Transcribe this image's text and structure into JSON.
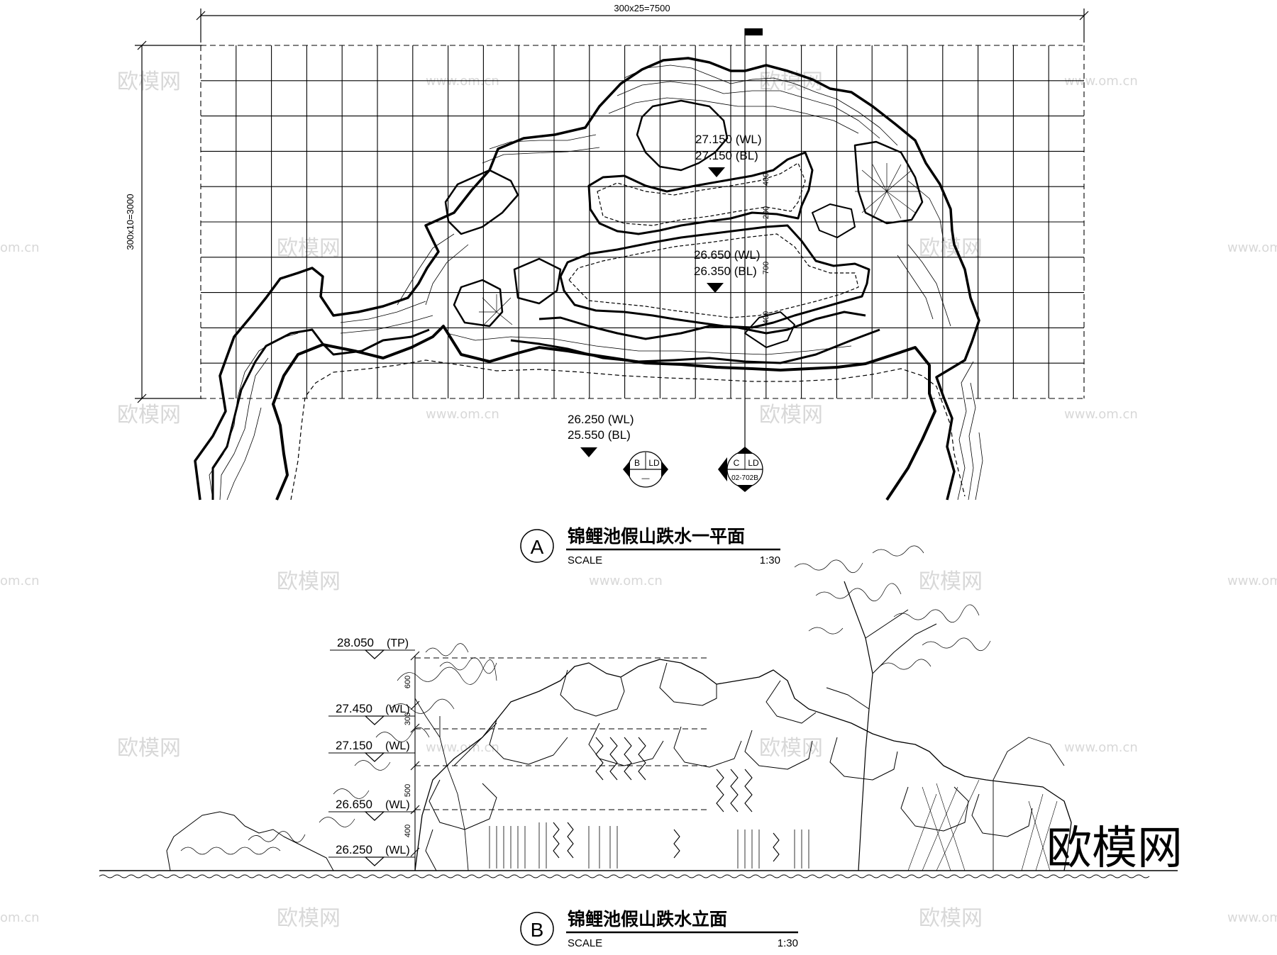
{
  "plan": {
    "dim_width": "300x25=7500",
    "dim_height": "300x10=3000",
    "levels": [
      {
        "wl": "27.150  (WL)",
        "bl": "27.150  (BL)"
      },
      {
        "wl": "26.650  (WL)",
        "bl": "26.350  (BL)"
      },
      {
        "wl": "26.250  (WL)",
        "bl": "25.550  (BL)"
      }
    ],
    "dims_vertical": [
      "400",
      "200",
      "700",
      "400"
    ],
    "section_marks": [
      {
        "id": "B",
        "sheet": "LD",
        "ref": "—"
      },
      {
        "id": "C",
        "sheet": "LD",
        "ref": "02-702B"
      }
    ],
    "title_tag": "A",
    "title": "锦鲤池假山跌水一平面",
    "scale_label": "SCALE",
    "scale_value": "1:30"
  },
  "elevation": {
    "levels": [
      {
        "value": "28.050",
        "tag": "(TP)"
      },
      {
        "value": "27.450",
        "tag": "(WL)"
      },
      {
        "value": "27.150",
        "tag": "(WL)"
      },
      {
        "value": "26.650",
        "tag": "(WL)"
      },
      {
        "value": "26.250",
        "tag": "(WL)"
      }
    ],
    "dims": [
      "600",
      "300",
      "500",
      "400"
    ],
    "title_tag": "B",
    "title": "锦鲤池假山跌水立面",
    "scale_label": "SCALE",
    "scale_value": "1:30"
  },
  "watermark": {
    "brand": "欧模网",
    "url": "www.om.cn",
    "url_short": "om.cn"
  }
}
